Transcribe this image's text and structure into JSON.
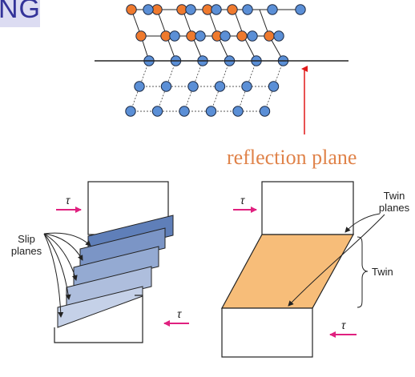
{
  "header": {
    "title_fragment": "NG"
  },
  "lattice": {
    "reflection_plane_label": "reflection plane"
  },
  "slip_figure": {
    "tau_label": "τ",
    "slip_label": "Slip\nplanes"
  },
  "twin_figure": {
    "tau_label": "τ",
    "twin_planes_label": "Twin\nplanes",
    "twin_label": "Twin"
  },
  "colors": {
    "atom_blue": "#5b8fd6",
    "atom_orange": "#ef7a2e",
    "arrow_pink": "#e0207f",
    "arrow_red": "#e01818",
    "slip_dark": "#5f7fb9",
    "twin_fill": "#f7bd79",
    "reflection_text": "#e0834a"
  }
}
